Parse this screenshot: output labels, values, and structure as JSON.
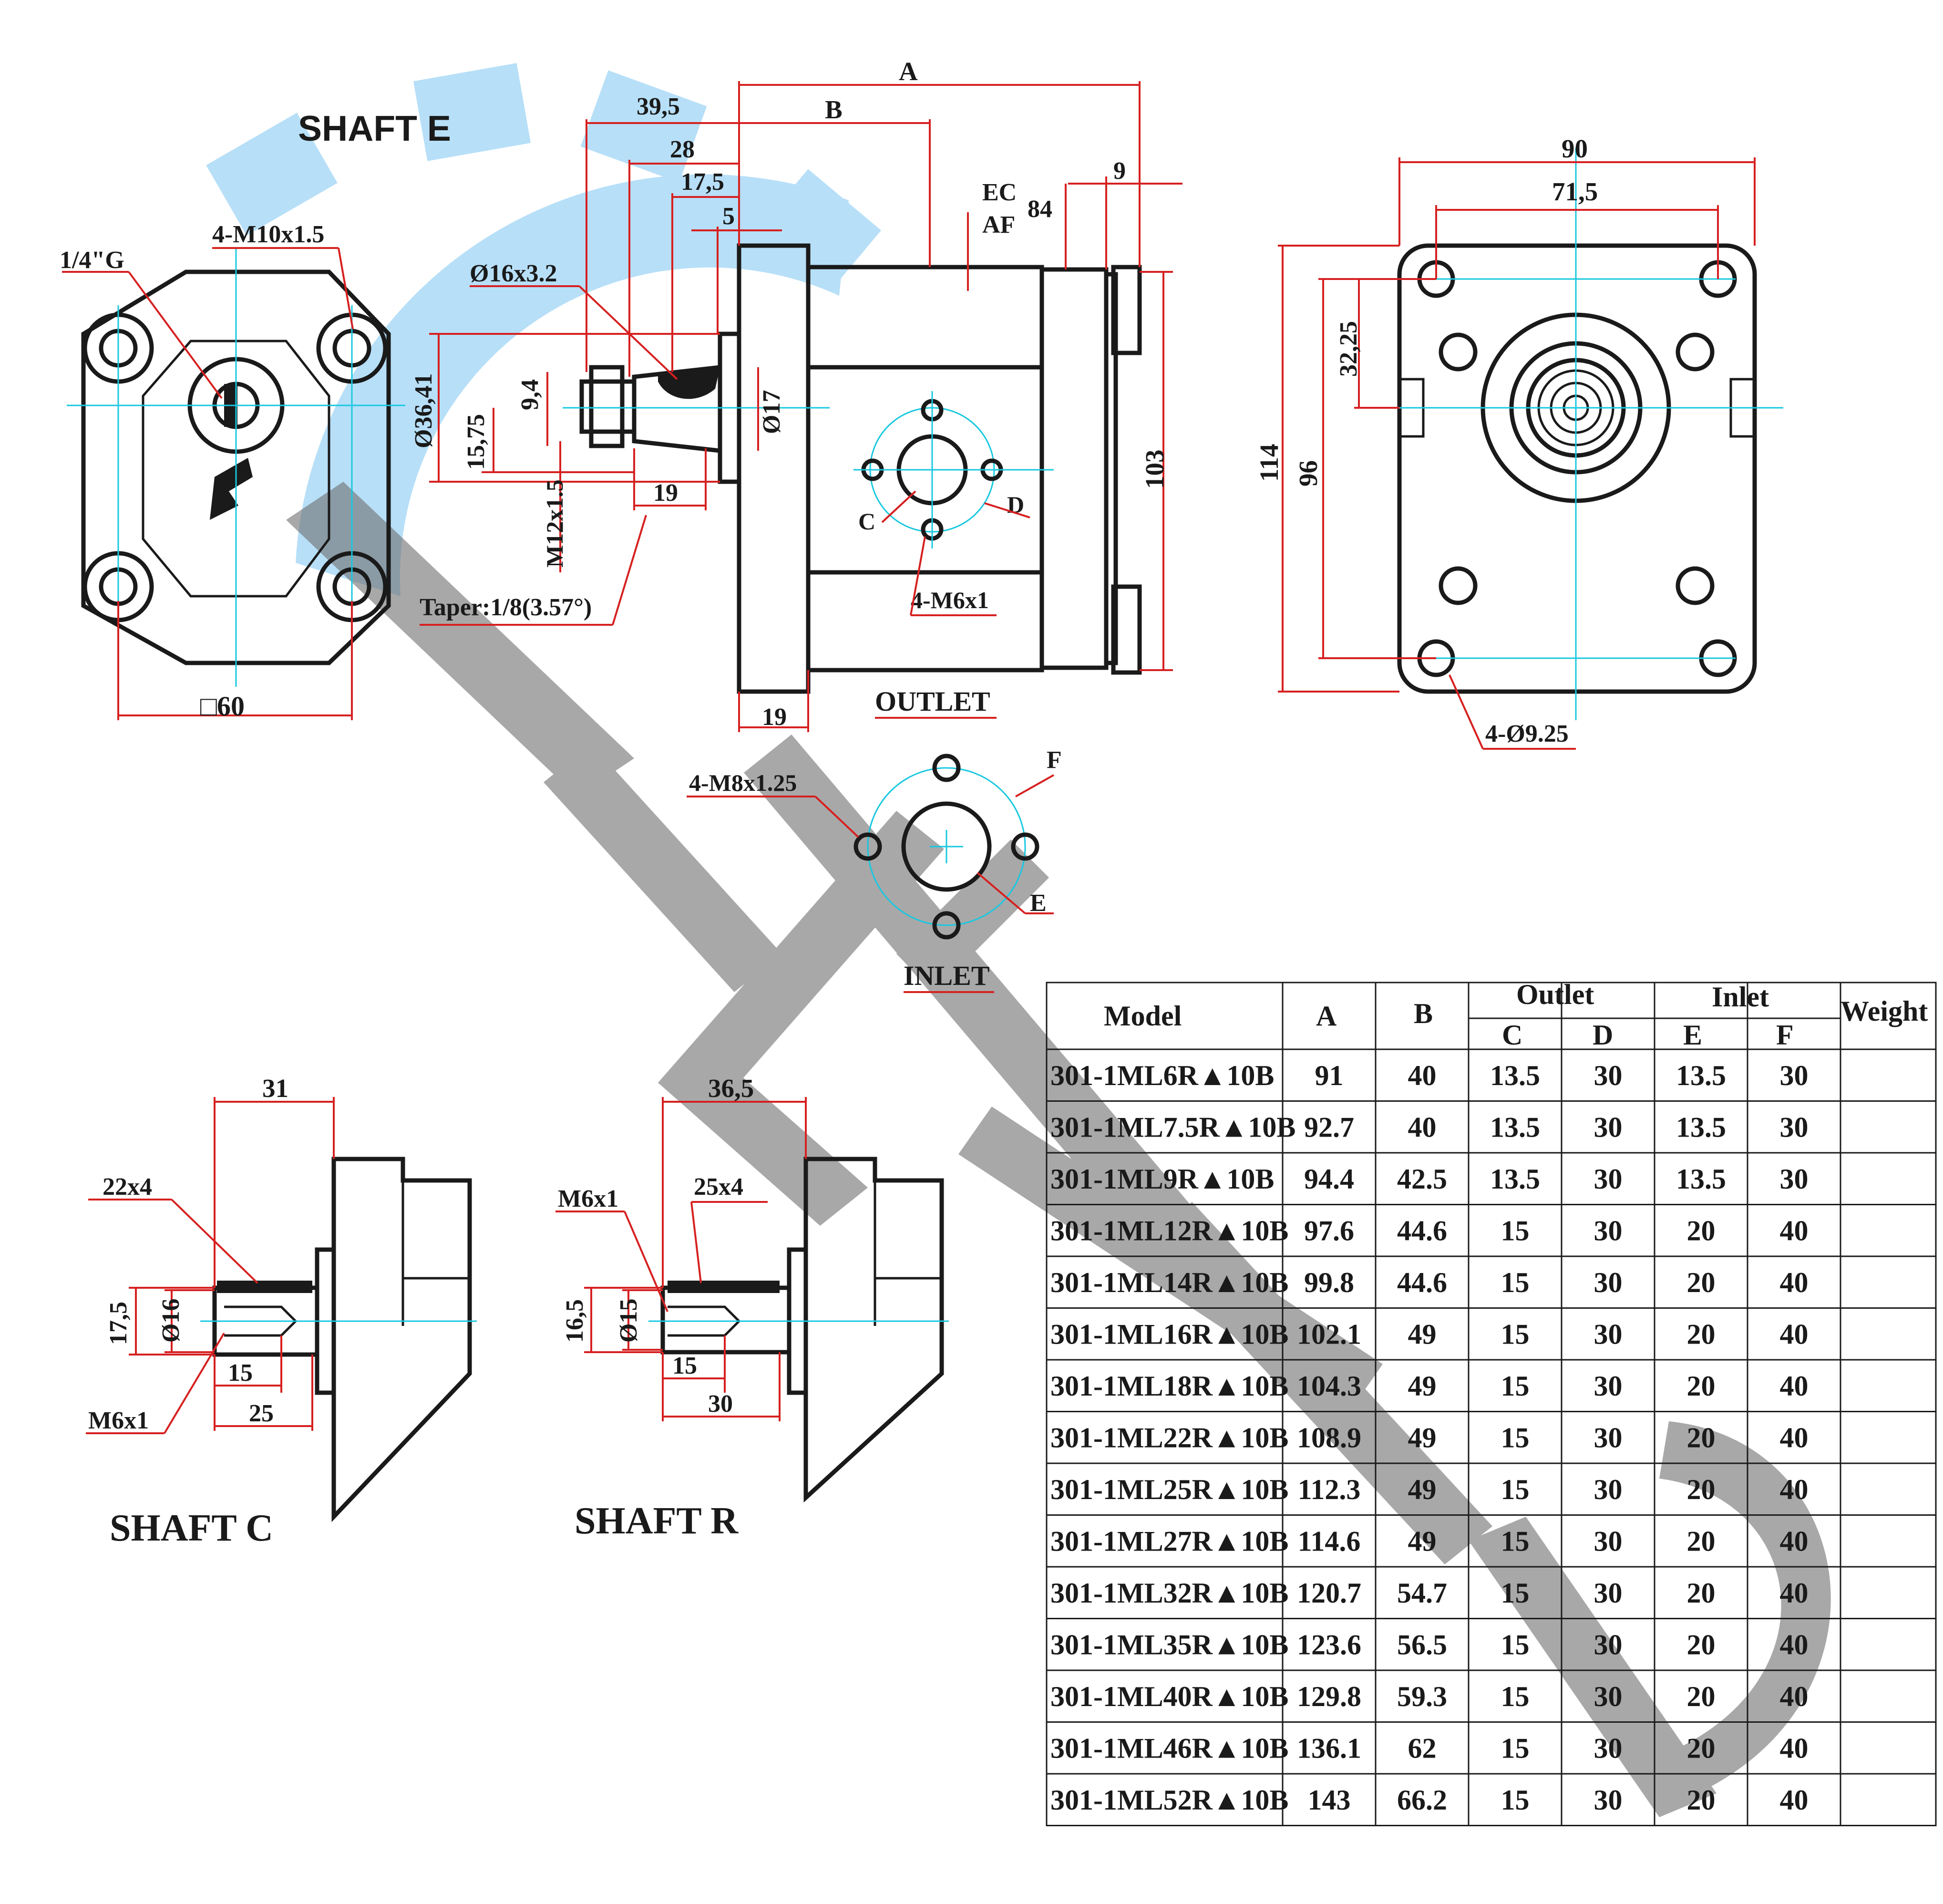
{
  "views": {
    "shaft_e_label": "SHAFT E",
    "shaft_c_label": "SHAFT C",
    "shaft_r_label": "SHAFT R",
    "outlet_label": "OUTLET",
    "inlet_label": "INLET"
  },
  "front_view": {
    "port": "1/4\"G",
    "bolts": "4-M10x1.5",
    "square": "□60"
  },
  "side_view": {
    "dim_A": "A",
    "dim_B": "B",
    "d_39_5": "39,5",
    "d_28": "28",
    "d_17_5": "17,5",
    "d_5": "5",
    "d_9": "9",
    "d_84": "84",
    "ec": "EC",
    "af": "AF",
    "shaft_key": "Ø16x3.2",
    "d_36_41": "Ø36,41",
    "d_15_75": "15,75",
    "d_9_4": "9,4",
    "d_17": "Ø17",
    "thread": "M12x1.5",
    "d_19a": "19",
    "taper": "Taper:1/8(3.57°)",
    "d_103": "103",
    "outlet_c": "C",
    "outlet_d": "D",
    "outlet_thread": "4-M6x1",
    "d_19b": "19"
  },
  "rear_view": {
    "w90": "90",
    "w71_5": "71,5",
    "h114": "114",
    "h96": "96",
    "h32_25": "32,25",
    "holes": "4-Ø9.25"
  },
  "inlet_view": {
    "thread": "4-M8x1.25",
    "f": "F",
    "e": "E"
  },
  "shaft_c": {
    "len31": "31",
    "key": "22x4",
    "d17_5": "17,5",
    "d16": "Ø16",
    "l15": "15",
    "l25": "25",
    "thread": "M6x1"
  },
  "shaft_r": {
    "len36_5": "36,5",
    "thread": "M6x1",
    "key": "25x4",
    "d16_5": "16,5",
    "d15": "Ø15",
    "l15": "15",
    "l30": "30"
  },
  "table": {
    "headers": {
      "model": "Model",
      "a": "A",
      "b": "B",
      "outlet": "Outlet",
      "inlet": "Inlet",
      "weight": "Weight",
      "c": "C",
      "d": "D",
      "e": "E",
      "f": "F"
    },
    "rows": [
      {
        "model": "301-1ML6R▲10B",
        "a": "91",
        "b": "40",
        "c": "13.5",
        "d": "30",
        "e": "13.5",
        "f": "30",
        "w": ""
      },
      {
        "model": "301-1ML7.5R▲10B",
        "a": "92.7",
        "b": "40",
        "c": "13.5",
        "d": "30",
        "e": "13.5",
        "f": "30",
        "w": ""
      },
      {
        "model": "301-1ML9R▲10B",
        "a": "94.4",
        "b": "42.5",
        "c": "13.5",
        "d": "30",
        "e": "13.5",
        "f": "30",
        "w": ""
      },
      {
        "model": "301-1ML12R▲10B",
        "a": "97.6",
        "b": "44.6",
        "c": "15",
        "d": "30",
        "e": "20",
        "f": "40",
        "w": ""
      },
      {
        "model": "301-1ML14R▲10B",
        "a": "99.8",
        "b": "44.6",
        "c": "15",
        "d": "30",
        "e": "20",
        "f": "40",
        "w": ""
      },
      {
        "model": "301-1ML16R▲10B",
        "a": "102.1",
        "b": "49",
        "c": "15",
        "d": "30",
        "e": "20",
        "f": "40",
        "w": ""
      },
      {
        "model": "301-1ML18R▲10B",
        "a": "104.3",
        "b": "49",
        "c": "15",
        "d": "30",
        "e": "20",
        "f": "40",
        "w": ""
      },
      {
        "model": "301-1ML22R▲10B",
        "a": "108.9",
        "b": "49",
        "c": "15",
        "d": "30",
        "e": "20",
        "f": "40",
        "w": ""
      },
      {
        "model": "301-1ML25R▲10B",
        "a": "112.3",
        "b": "49",
        "c": "15",
        "d": "30",
        "e": "20",
        "f": "40",
        "w": ""
      },
      {
        "model": "301-1ML27R▲10B",
        "a": "114.6",
        "b": "49",
        "c": "15",
        "d": "30",
        "e": "20",
        "f": "40",
        "w": ""
      },
      {
        "model": "301-1ML32R▲10B",
        "a": "120.7",
        "b": "54.7",
        "c": "15",
        "d": "30",
        "e": "20",
        "f": "40",
        "w": ""
      },
      {
        "model": "301-1ML35R▲10B",
        "a": "123.6",
        "b": "56.5",
        "c": "15",
        "d": "30",
        "e": "20",
        "f": "40",
        "w": ""
      },
      {
        "model": "301-1ML40R▲10B",
        "a": "129.8",
        "b": "59.3",
        "c": "15",
        "d": "30",
        "e": "20",
        "f": "40",
        "w": ""
      },
      {
        "model": "301-1ML46R▲10B",
        "a": "136.1",
        "b": "62",
        "c": "15",
        "d": "30",
        "e": "20",
        "f": "40",
        "w": ""
      },
      {
        "model": "301-1ML52R▲10B",
        "a": "143",
        "b": "66.2",
        "c": "15",
        "d": "30",
        "e": "20",
        "f": "40",
        "w": ""
      }
    ]
  }
}
